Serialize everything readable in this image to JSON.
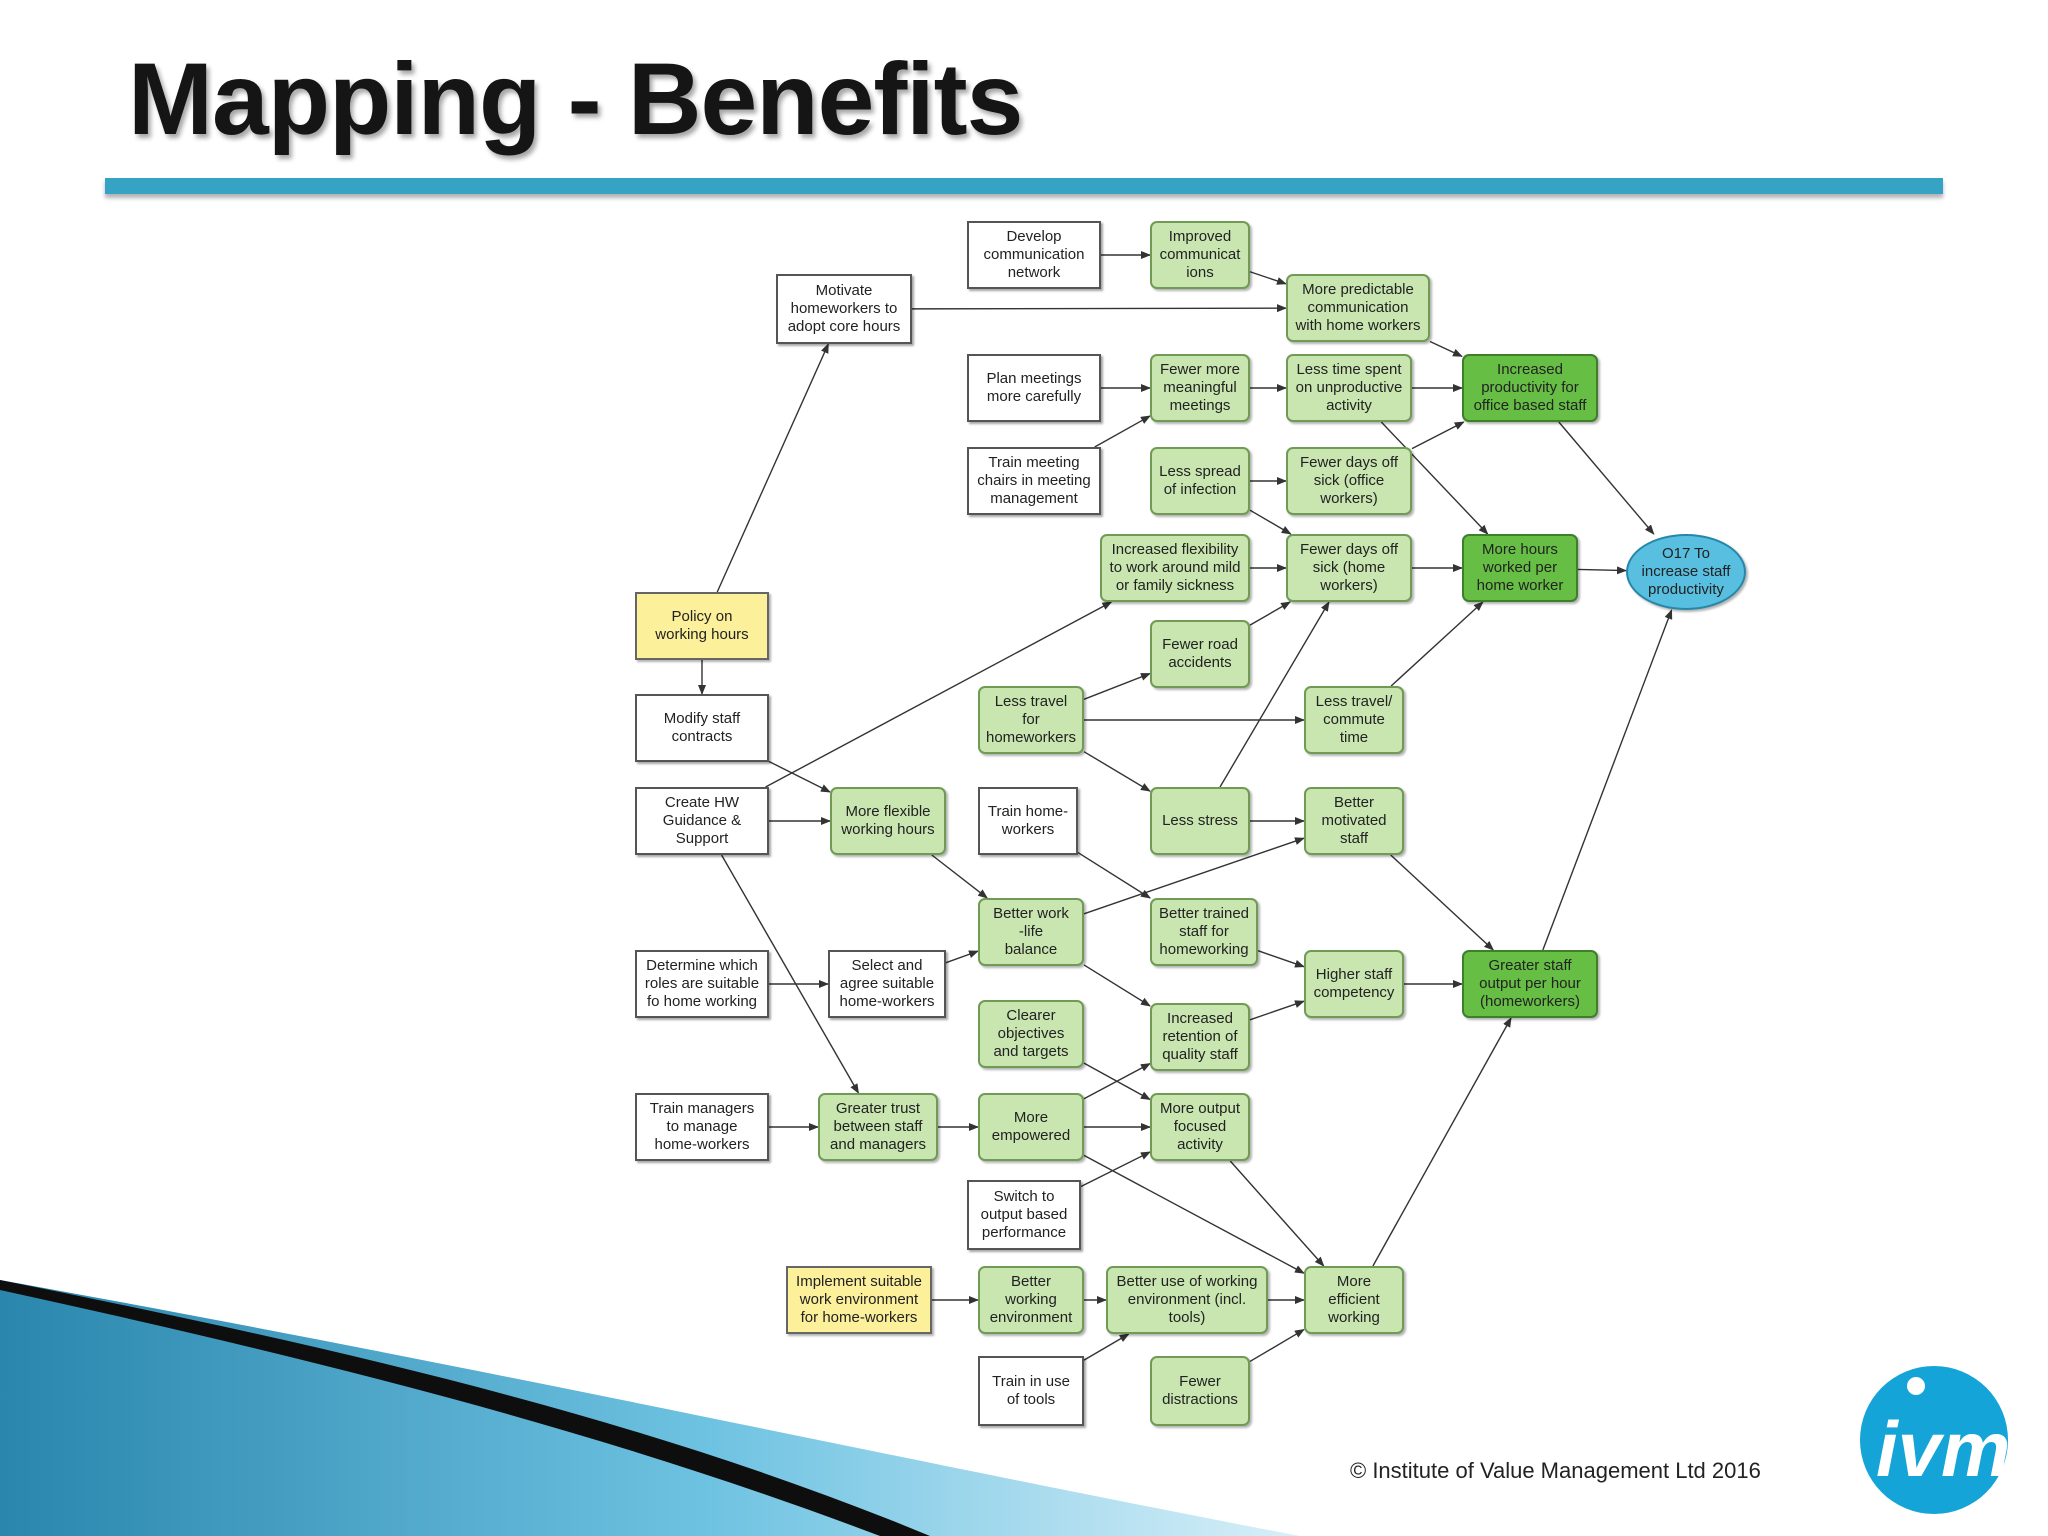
{
  "title": "Mapping - Benefits",
  "footer": {
    "copyright": "© Institute of Value Management Ltd 2016",
    "logo_text": "ivm",
    "accent_color": "#37a3c4"
  },
  "diagram": {
    "nodes": [
      {
        "id": "develop_comm",
        "text": "Develop\ncommunication\nnetwork",
        "style": "white"
      },
      {
        "id": "improved_comm",
        "text": "Improved\ncommunicat\nions",
        "style": "light"
      },
      {
        "id": "motivate_hw",
        "text": "Motivate\nhomeworkers to\nadopt core hours",
        "style": "white"
      },
      {
        "id": "more_predictable",
        "text": "More predictable\ncommunication\nwith home workers",
        "style": "light"
      },
      {
        "id": "plan_meetings",
        "text": "Plan meetings\nmore carefully",
        "style": "white"
      },
      {
        "id": "fewer_meetings",
        "text": "Fewer more\nmeaningful\nmeetings",
        "style": "light"
      },
      {
        "id": "less_time",
        "text": "Less time spent\non unproductive\nactivity",
        "style": "light"
      },
      {
        "id": "increased_prod",
        "text": "Increased\nproductivity for\noffice based staff",
        "style": "dark"
      },
      {
        "id": "train_chairs",
        "text": "Train meeting\nchairs in meeting\nmanagement",
        "style": "white"
      },
      {
        "id": "less_infection",
        "text": "Less spread\nof infection",
        "style": "light"
      },
      {
        "id": "fewer_sick_office",
        "text": "Fewer days off\nsick (office\nworkers)",
        "style": "light"
      },
      {
        "id": "increased_flex",
        "text": "Increased flexibility\nto work around mild\nor family sickness",
        "style": "light"
      },
      {
        "id": "fewer_sick_home",
        "text": "Fewer days off\nsick (home\nworkers)",
        "style": "light"
      },
      {
        "id": "more_hours",
        "text": "More hours\nworked per\nhome worker",
        "style": "dark"
      },
      {
        "id": "goal",
        "text": "O17 To\nincrease staff\nproductivity",
        "style": "goal"
      },
      {
        "id": "policy",
        "text": "Policy on\nworking hours",
        "style": "yellow"
      },
      {
        "id": "fewer_road",
        "text": "Fewer road\naccidents",
        "style": "light"
      },
      {
        "id": "modify_contracts",
        "text": "Modify staff\ncontracts",
        "style": "white"
      },
      {
        "id": "less_travel",
        "text": "Less travel\nfor\nhomeworkers",
        "style": "light"
      },
      {
        "id": "less_commute",
        "text": "Less travel/\ncommute\ntime",
        "style": "light"
      },
      {
        "id": "create_hw",
        "text": "Create HW\nGuidance &\nSupport",
        "style": "white"
      },
      {
        "id": "more_flexible",
        "text": "More flexible\nworking hours",
        "style": "light"
      },
      {
        "id": "train_home",
        "text": "Train home-\nworkers",
        "style": "white"
      },
      {
        "id": "less_stress",
        "text": "Less stress",
        "style": "light"
      },
      {
        "id": "better_motivated",
        "text": "Better\nmotivated\nstaff",
        "style": "light"
      },
      {
        "id": "better_balance",
        "text": "Better work\n-life\nbalance",
        "style": "light"
      },
      {
        "id": "better_trained",
        "text": "Better trained\nstaff for\nhomeworking",
        "style": "light"
      },
      {
        "id": "determine_roles",
        "text": "Determine which\nroles are suitable\nfo home working",
        "style": "white"
      },
      {
        "id": "select_hw",
        "text": "Select and\nagree suitable\nhome-workers",
        "style": "white"
      },
      {
        "id": "higher_comp",
        "text": "Higher staff\ncompetency",
        "style": "light"
      },
      {
        "id": "greater_output",
        "text": "Greater staff\noutput per hour\n(homeworkers)",
        "style": "dark"
      },
      {
        "id": "clearer_obj",
        "text": "Clearer\nobjectives\nand targets",
        "style": "light"
      },
      {
        "id": "increased_retention",
        "text": "Increased\nretention of\nquality staff",
        "style": "light"
      },
      {
        "id": "train_managers",
        "text": "Train managers\nto manage\nhome-workers",
        "style": "white"
      },
      {
        "id": "greater_trust",
        "text": "Greater trust\nbetween staff\nand managers",
        "style": "light"
      },
      {
        "id": "more_empowered",
        "text": "More\nempowered",
        "style": "light"
      },
      {
        "id": "more_output",
        "text": "More output\nfocused\nactivity",
        "style": "light"
      },
      {
        "id": "switch_output",
        "text": "Switch to\noutput based\nperformance",
        "style": "white"
      },
      {
        "id": "implement_env",
        "text": "Implement suitable\nwork environment\nfor home-workers",
        "style": "yellow"
      },
      {
        "id": "better_env",
        "text": "Better\nworking\nenvironment",
        "style": "light"
      },
      {
        "id": "better_use",
        "text": "Better use of working\nenvironment (incl.\ntools)",
        "style": "light"
      },
      {
        "id": "more_efficient",
        "text": "More\nefficient\nworking",
        "style": "light"
      },
      {
        "id": "train_tools",
        "text": "Train in use\nof tools",
        "style": "white"
      },
      {
        "id": "fewer_distractions",
        "text": "Fewer\ndistractions",
        "style": "light"
      }
    ],
    "edges": [
      [
        "develop_comm",
        "improved_comm"
      ],
      [
        "improved_comm",
        "more_predictable"
      ],
      [
        "motivate_hw",
        "more_predictable"
      ],
      [
        "more_predictable",
        "increased_prod"
      ],
      [
        "plan_meetings",
        "fewer_meetings"
      ],
      [
        "train_chairs",
        "fewer_meetings"
      ],
      [
        "fewer_meetings",
        "less_time"
      ],
      [
        "less_time",
        "increased_prod"
      ],
      [
        "less_time",
        "more_hours"
      ],
      [
        "less_infection",
        "fewer_sick_office"
      ],
      [
        "less_infection",
        "fewer_sick_home"
      ],
      [
        "fewer_sick_office",
        "increased_prod"
      ],
      [
        "increased_flex",
        "fewer_sick_home"
      ],
      [
        "fewer_sick_home",
        "more_hours"
      ],
      [
        "increased_prod",
        "goal"
      ],
      [
        "more_hours",
        "goal"
      ],
      [
        "policy",
        "motivate_hw"
      ],
      [
        "policy",
        "modify_contracts"
      ],
      [
        "modify_contracts",
        "more_flexible"
      ],
      [
        "create_hw",
        "more_flexible"
      ],
      [
        "create_hw",
        "increased_flex"
      ],
      [
        "create_hw",
        "greater_trust"
      ],
      [
        "less_travel",
        "fewer_road"
      ],
      [
        "less_travel",
        "less_commute"
      ],
      [
        "less_travel",
        "less_stress"
      ],
      [
        "fewer_road",
        "fewer_sick_home"
      ],
      [
        "less_commute",
        "more_hours"
      ],
      [
        "less_stress",
        "fewer_sick_home"
      ],
      [
        "less_stress",
        "better_motivated"
      ],
      [
        "more_flexible",
        "better_balance"
      ],
      [
        "better_balance",
        "better_motivated"
      ],
      [
        "better_balance",
        "increased_retention"
      ],
      [
        "train_home",
        "better_trained"
      ],
      [
        "better_trained",
        "higher_comp"
      ],
      [
        "better_motivated",
        "greater_output"
      ],
      [
        "determine_roles",
        "select_hw"
      ],
      [
        "select_hw",
        "better_balance"
      ],
      [
        "higher_comp",
        "greater_output"
      ],
      [
        "increased_retention",
        "higher_comp"
      ],
      [
        "clearer_obj",
        "more_output"
      ],
      [
        "train_managers",
        "greater_trust"
      ],
      [
        "greater_trust",
        "more_empowered"
      ],
      [
        "more_empowered",
        "more_output"
      ],
      [
        "more_empowered",
        "increased_retention"
      ],
      [
        "more_empowered",
        "more_efficient"
      ],
      [
        "switch_output",
        "more_output"
      ],
      [
        "more_output",
        "more_efficient"
      ],
      [
        "greater_output",
        "goal"
      ],
      [
        "implement_env",
        "better_env"
      ],
      [
        "better_env",
        "better_use"
      ],
      [
        "train_tools",
        "better_use"
      ],
      [
        "better_use",
        "more_efficient"
      ],
      [
        "fewer_distractions",
        "more_efficient"
      ],
      [
        "more_efficient",
        "greater_output"
      ]
    ]
  }
}
